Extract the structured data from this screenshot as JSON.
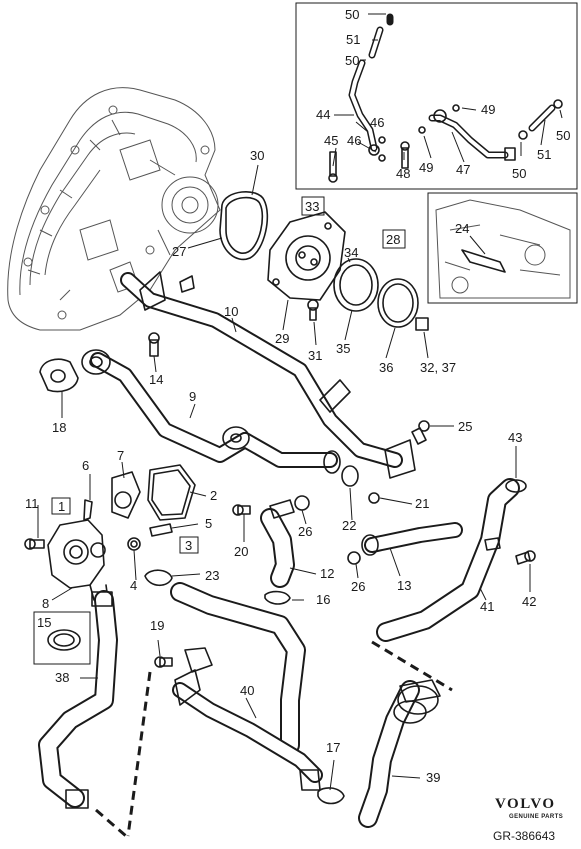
{
  "callouts": {
    "c1": "1",
    "c2": "2",
    "c3": "3",
    "c4": "4",
    "c5": "5",
    "c6": "6",
    "c7": "7",
    "c8": "8",
    "c9": "9",
    "c10": "10",
    "c11": "11",
    "c12": "12",
    "c13": "13",
    "c14": "14",
    "c15": "15",
    "c16": "16",
    "c17": "17",
    "c18": "18",
    "c19": "19",
    "c20": "20",
    "c21": "21",
    "c22": "22",
    "c23": "23",
    "c24": "24",
    "c25": "25",
    "c26a": "26",
    "c26b": "26",
    "c27": "27",
    "c28": "28",
    "c29": "29",
    "c30": "30",
    "c31": "31",
    "c32_37": "32, 37",
    "c33": "33",
    "c34": "34",
    "c35": "35",
    "c36": "36",
    "c38": "38",
    "c39": "39",
    "c40": "40",
    "c41": "41",
    "c42": "42",
    "c43": "43",
    "c44": "44",
    "c45": "45",
    "c46a": "46",
    "c46b": "46",
    "c47": "47",
    "c48": "48",
    "c49a": "49",
    "c49b": "49",
    "c50a": "50",
    "c50b": "50",
    "c50c": "50",
    "c50d": "50",
    "c51a": "51",
    "c51b": "51"
  },
  "footer": {
    "brand": "VOLVO",
    "brand_sub": "GENUINE PARTS",
    "reference": "GR-386643"
  }
}
